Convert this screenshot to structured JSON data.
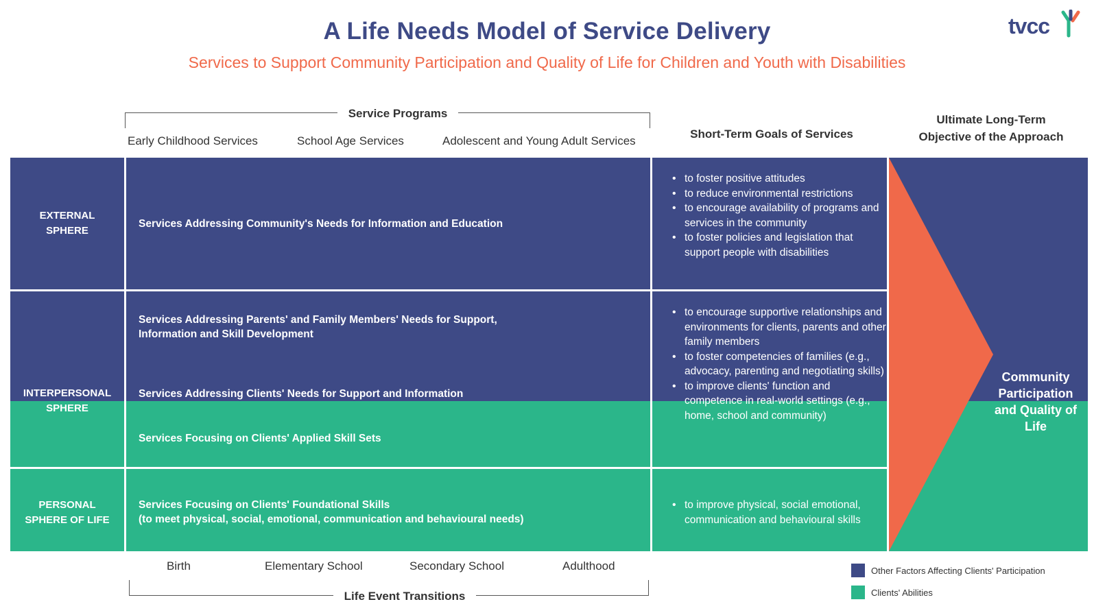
{
  "title": "A Life Needs Model of Service Delivery",
  "subtitle": "Services to Support Community Participation and Quality of Life for Children and Youth with Disabilities",
  "logo": {
    "text": "tvcc",
    "icon": "tvcc-logo-icon"
  },
  "headers": {
    "service_programs": "Service Programs",
    "programs": [
      "Early Childhood Services",
      "School Age Services",
      "Adolescent and Young Adult Services"
    ],
    "short_term_goals": "Short-Term Goals of Services",
    "ultimate_line1": "Ultimate Long-Term",
    "ultimate_line2": "Objective of the Approach"
  },
  "spheres": {
    "external_1": "EXTERNAL",
    "external_2": "SPHERE",
    "interpersonal_1": "INTERPERSONAL",
    "interpersonal_2": "SPHERE",
    "personal_1": "PERSONAL",
    "personal_2": "SPHERE OF LIFE"
  },
  "services": {
    "community": "Services Addressing Community's Needs for Information and Education",
    "family_1": "Services Addressing Parents' and Family Members' Needs for Support,",
    "family_2": "Information and Skill Development",
    "clients_support": "Services Addressing Clients' Needs for Support and Information",
    "applied_skills": "Services Focusing on Clients' Applied Skill Sets",
    "foundational_1": "Services Focusing on Clients' Foundational Skills",
    "foundational_2": "(to meet physical, social, emotional, communication and behavioural needs)"
  },
  "goals": {
    "external": [
      "to foster positive attitudes",
      "to reduce environmental restrictions",
      "to encourage availability of programs and services in the community",
      "to foster policies and legislation that support people with disabilities"
    ],
    "interpersonal": [
      "to encourage supportive relationships and environments for clients, parents and other family members",
      "to foster competencies of families (e.g., advocacy, parenting and negotiating skills)",
      "to improve clients' function and competence in real-world settings (e.g., home, school and community)"
    ],
    "personal": [
      "to improve physical, social emotional, communication and behavioural skills"
    ]
  },
  "objective": "Community Participation and Quality of Life",
  "timeline": {
    "points": [
      "Birth",
      "Elementary School",
      "Secondary School",
      "Adulthood"
    ],
    "label": "Life Event Transitions"
  },
  "legend": {
    "navy_label": "Other Factors Affecting Clients' Participation",
    "green_label": "Clients' Abilities"
  },
  "colors": {
    "navy": "#3e4a86",
    "green": "#2bb68a",
    "orange": "#f0694a"
  }
}
